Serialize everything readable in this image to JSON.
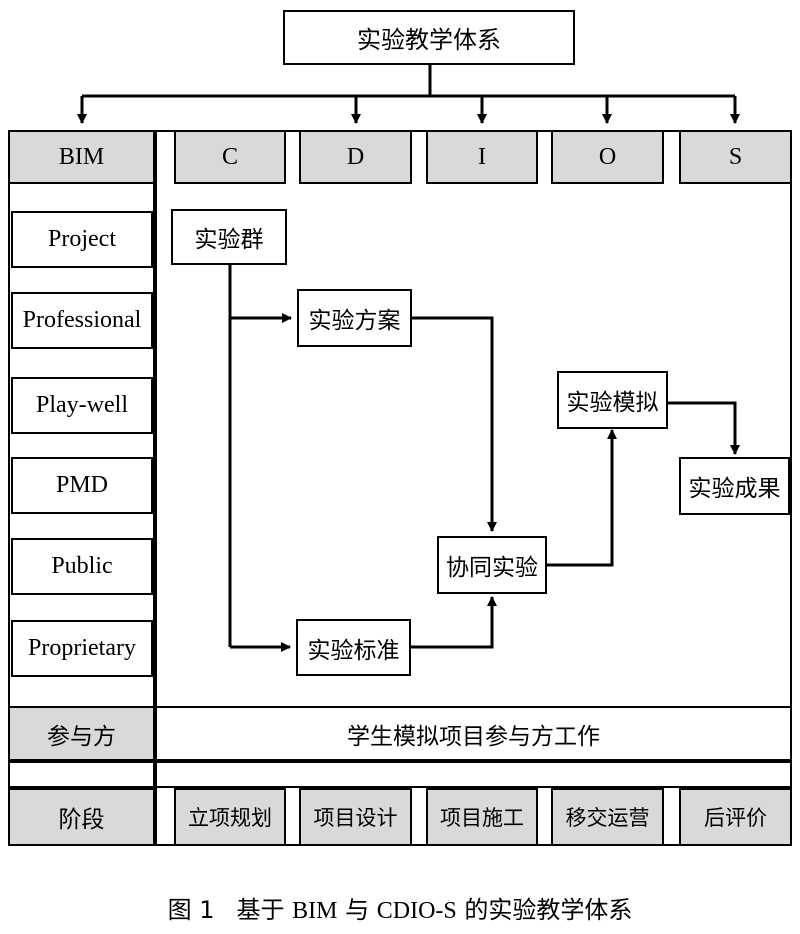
{
  "title": "实验教学体系",
  "bim_header": "BIM",
  "columns": [
    "C",
    "D",
    "I",
    "O",
    "S"
  ],
  "bim_items": [
    "Project",
    "Professional",
    "Play-well",
    "PMD",
    "Public",
    "Proprietary"
  ],
  "flow": {
    "group": "实验群",
    "plan": "实验方案",
    "standard": "实验标准",
    "collab": "协同实验",
    "simulate": "实验模拟",
    "result": "实验成果"
  },
  "participants": {
    "label": "参与方",
    "value": "学生模拟项目参与方工作"
  },
  "stages": {
    "label": "阶段",
    "items": [
      "立项规划",
      "项目设计",
      "项目施工",
      "移交运营",
      "后评价"
    ]
  },
  "caption": {
    "number": "图 1",
    "text_parts": [
      "基于 ",
      "BIM",
      " 与 ",
      "CDIO-S",
      " 的实验教学体系"
    ]
  }
}
